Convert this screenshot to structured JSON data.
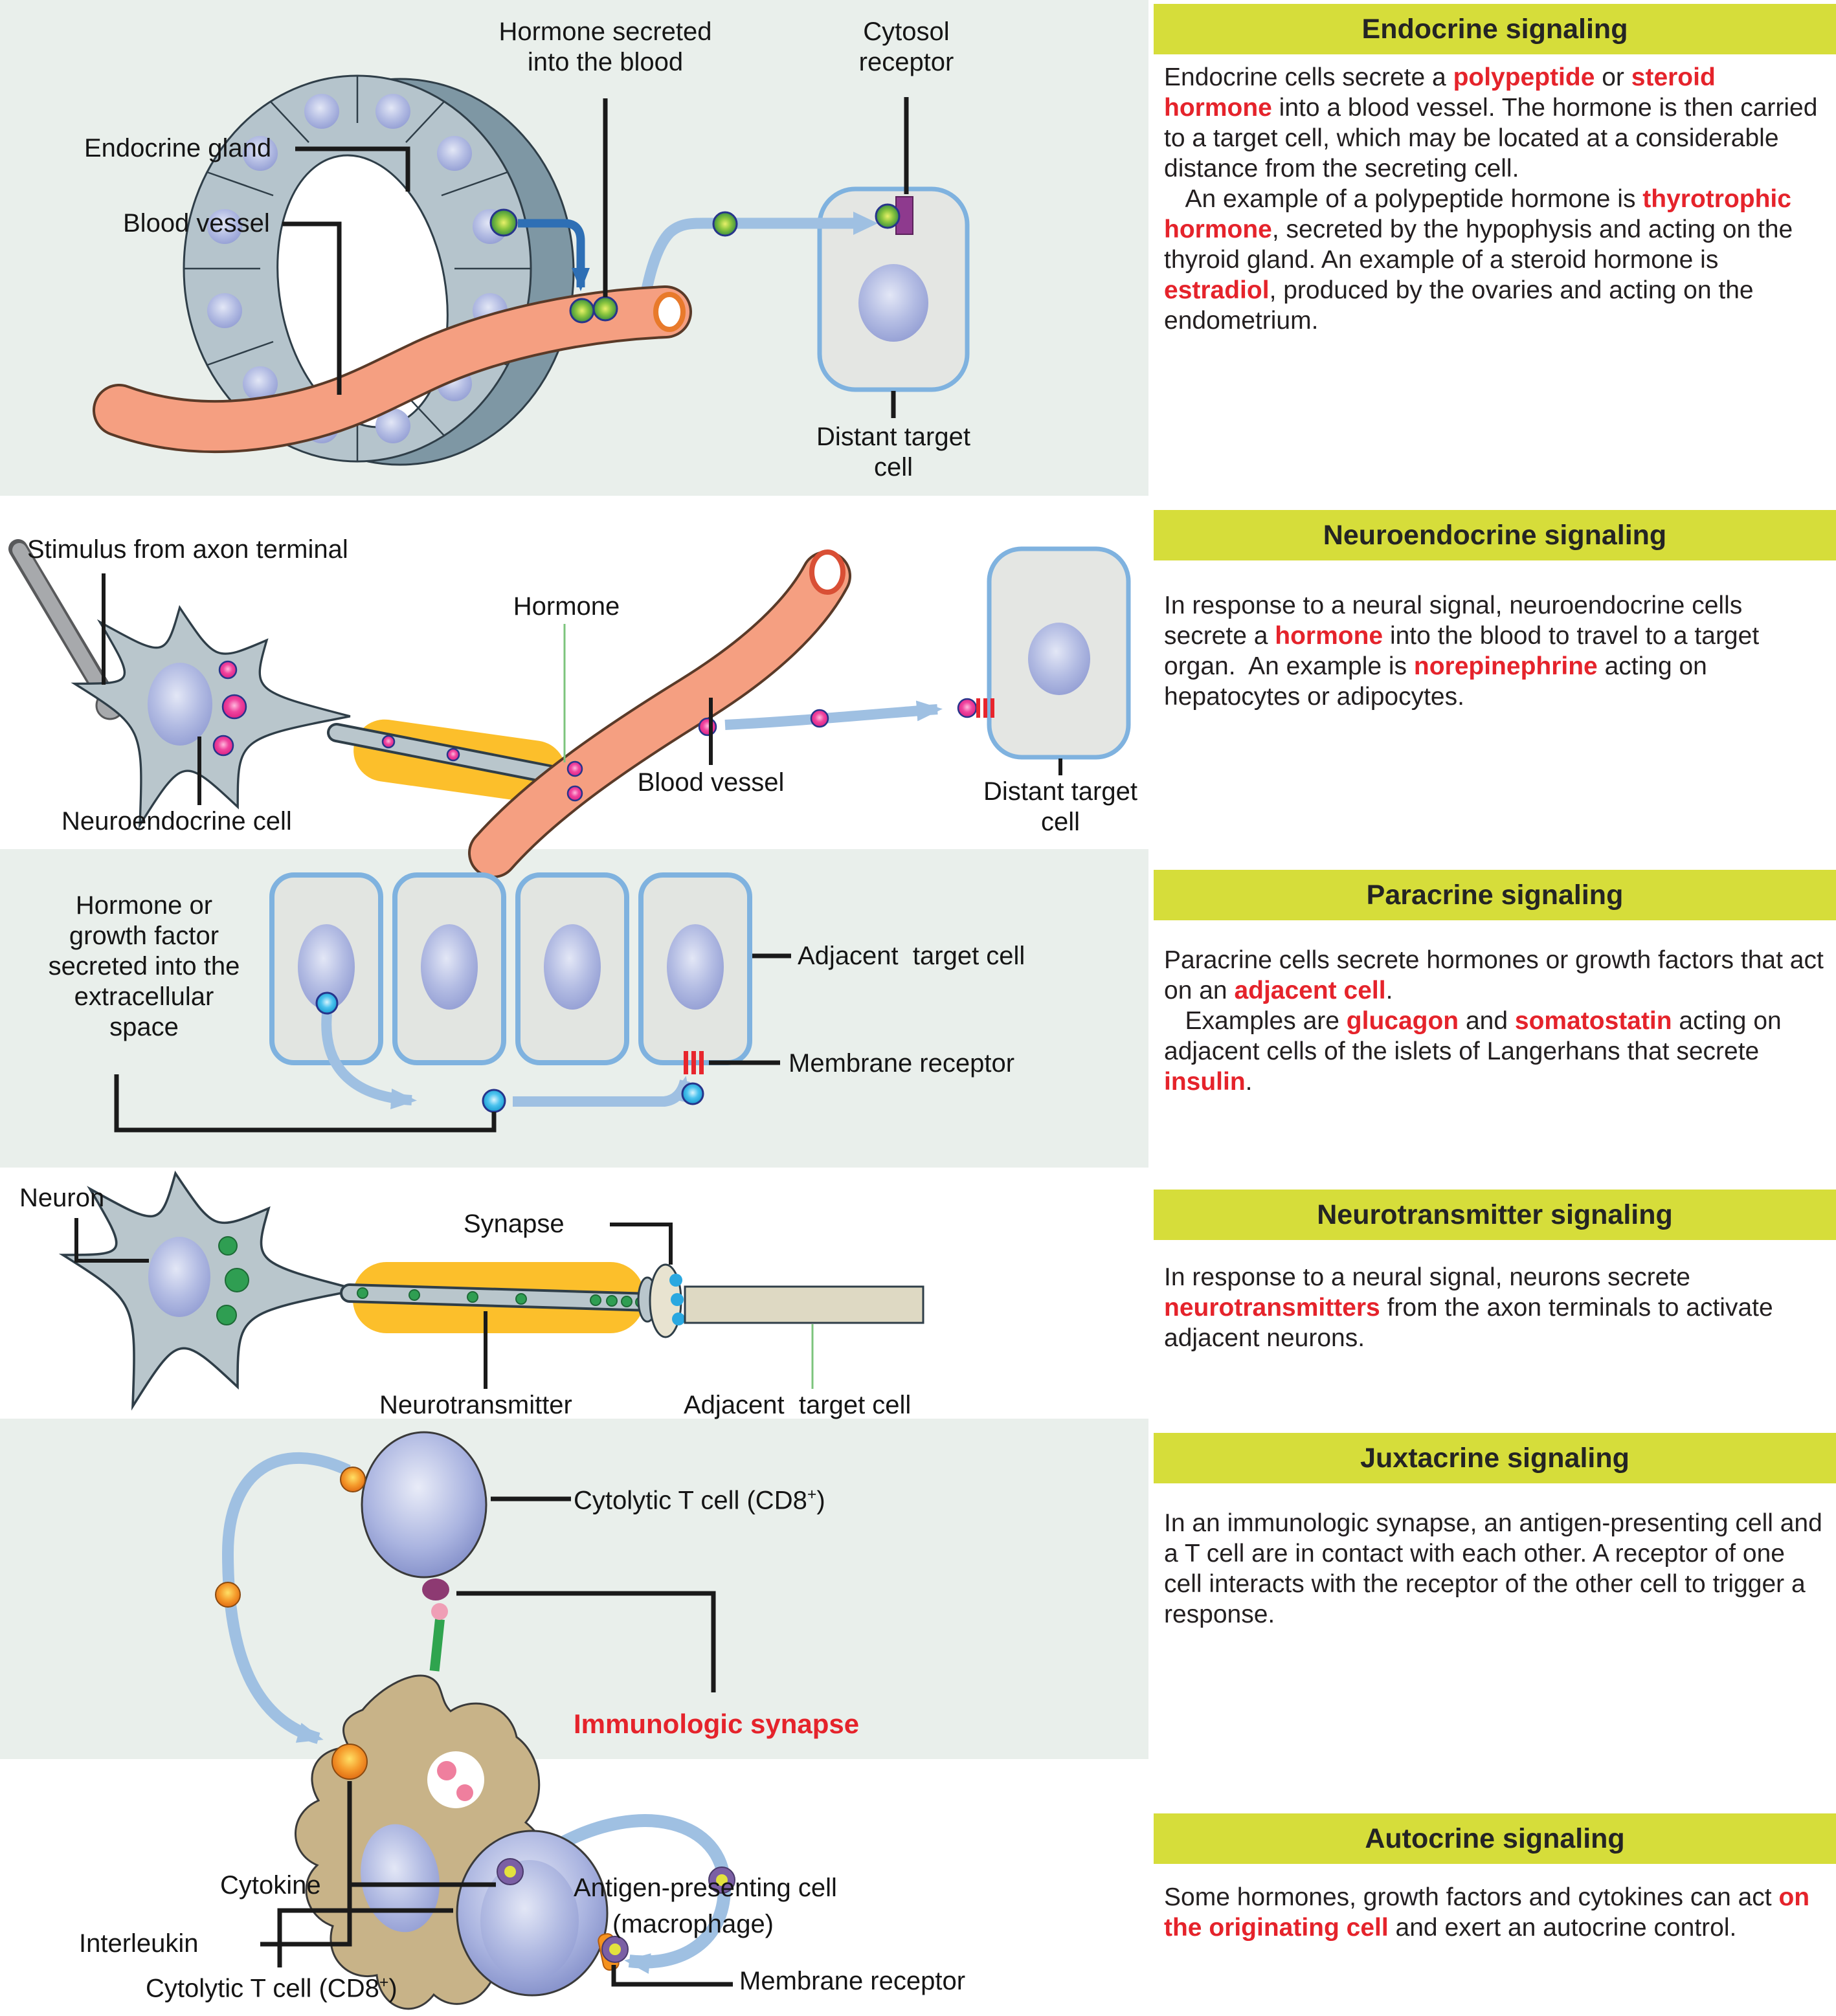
{
  "figure": {
    "title": "Cell signaling mechanisms"
  },
  "colors": {
    "header_band": "#d6dd3a",
    "highlight_red": "#e5232b",
    "body_text": "#231f20",
    "row_background_sage": "#e9efeb",
    "blood_vessel_salmon": "#f59f81",
    "myelin_yellow": "#fcbf2b",
    "cell_border_blue": "#7fb2df",
    "hormone_green": "#3f9e3f",
    "hormone_pink": "#ee2f93",
    "hormone_cyan": "#29b3e6",
    "macrophage_tan": "#c8b388",
    "t_cell_periwinkle": "#aab4e0",
    "interleukin_orange": "#f0831f",
    "cytokine_purple": "#7b5fa4",
    "receptor_red": "#e8262d"
  },
  "rows": [
    {
      "id": "endocrine",
      "header": "Endocrine signaling",
      "body": [
        {
          "t": "Endocrine cells secrete a "
        },
        {
          "t": "polypeptide",
          "red": true
        },
        {
          "t": " or "
        },
        {
          "t": "steroid hormone",
          "red": true
        },
        {
          "t": " into a blood vessel. The hormone is then carried to a target cell, which may be located at a considerable distance from the secreting cell.\n   An example of a polypeptide hormone is "
        },
        {
          "t": "thyrotrophic hormone",
          "red": true
        },
        {
          "t": ", secreted by the hypophysis and acting on the thyroid gland. An example of a steroid hormone is "
        },
        {
          "t": "estradiol",
          "red": true
        },
        {
          "t": ", produced by the ovaries and acting on the endometrium."
        }
      ],
      "labels": {
        "hormone_secreted": "Hormone secreted\ninto the blood",
        "cytosol_receptor": "Cytosol\nreceptor",
        "endocrine_gland": "Endocrine gland",
        "blood_vessel": "Blood vessel",
        "distant_target_cell": "Distant target\ncell"
      }
    },
    {
      "id": "neuroendocrine",
      "header": "Neuroendocrine signaling",
      "body": [
        {
          "t": "In response to a neural signal, neuroendocrine cells secrete a "
        },
        {
          "t": "hormone",
          "red": true
        },
        {
          "t": " into the blood to travel to a target organ.  An example is "
        },
        {
          "t": "norepinephrine",
          "red": true
        },
        {
          "t": " acting on hepatocytes or adipocytes."
        }
      ],
      "labels": {
        "stimulus": "Stimulus from axon terminal",
        "hormone": "Hormone",
        "blood_vessel": "Blood vessel",
        "distant_target_cell": "Distant target\ncell",
        "neuroendocrine_cell": "Neuroendocrine cell"
      }
    },
    {
      "id": "paracrine",
      "header": "Paracrine signaling",
      "body": [
        {
          "t": "Paracrine cells secrete hormones or growth factors that act on an "
        },
        {
          "t": "adjacent cell",
          "red": true
        },
        {
          "t": ".\n   Examples are "
        },
        {
          "t": "glucagon",
          "red": true
        },
        {
          "t": " and "
        },
        {
          "t": "somatostatin",
          "red": true
        },
        {
          "t": " acting on adjacent cells of the islets of Langerhans that secrete "
        },
        {
          "t": "insulin",
          "red": true
        },
        {
          "t": "."
        }
      ],
      "labels": {
        "secreted": "Hormone or\ngrowth factor\nsecreted into the\nextracellular\nspace",
        "adjacent_target_cell": "Adjacent  target cell",
        "membrane_receptor": "Membrane receptor"
      }
    },
    {
      "id": "neurotransmitter",
      "header": "Neurotransmitter signaling",
      "body": [
        {
          "t": "In response to a neural signal, neurons secrete "
        },
        {
          "t": "neurotransmitters",
          "red": true
        },
        {
          "t": " from the axon terminals to activate adjacent neurons."
        }
      ],
      "labels": {
        "neuron": "Neuron",
        "synapse": "Synapse",
        "neurotransmitter": "Neurotransmitter",
        "adjacent_target_cell": "Adjacent  target cell"
      }
    },
    {
      "id": "juxtacrine",
      "header": "Juxtacrine signaling",
      "body": [
        {
          "t": "In an immunologic synapse, an antigen-presenting cell and a T cell are in contact with each other. A receptor of one cell interacts with the receptor of the other cell to trigger a response."
        }
      ],
      "labels": {
        "t_cell": [
          {
            "t": "Cytolytic T cell (CD8"
          },
          {
            "t": "+",
            "sup": true
          },
          {
            "t": ")"
          }
        ],
        "immunologic_synapse": "Immunologic synapse",
        "interleukin": "Interleukin",
        "apc": "Antigen-presenting cell",
        "apc2": "(macrophage)"
      }
    },
    {
      "id": "autocrine",
      "header": "Autocrine signaling",
      "body": [
        {
          "t": "Some hormones, growth factors and cytokines can act "
        },
        {
          "t": "on the originating cell",
          "red": true
        },
        {
          "t": " and exert an autocrine control."
        }
      ],
      "labels": {
        "cytokine": "Cytokine",
        "t_cell": [
          {
            "t": "Cytolytic T cell (CD8"
          },
          {
            "t": "+",
            "sup": true
          },
          {
            "t": ")"
          }
        ],
        "membrane_receptor": "Membrane receptor"
      }
    }
  ]
}
